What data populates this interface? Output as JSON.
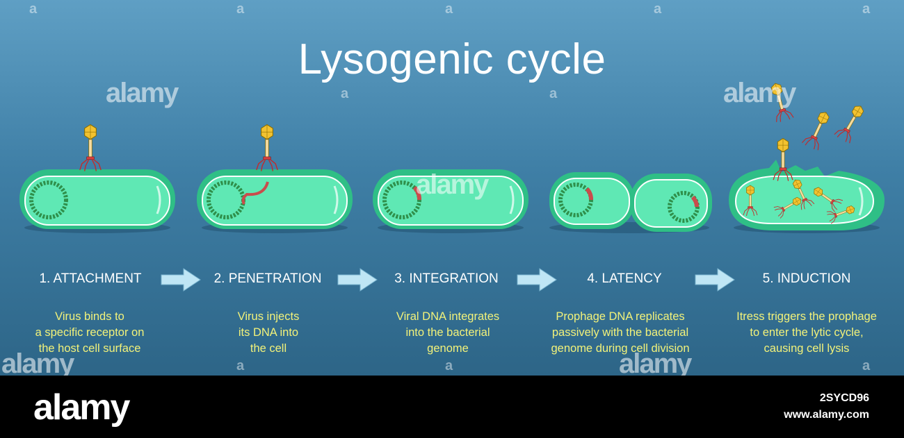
{
  "title": "Lysogenic cycle",
  "colors": {
    "background_top": "#5f9fc4",
    "background_bottom": "#2d6587",
    "cell_fill": "#5fe8b4",
    "cell_border": "#2fbf86",
    "dna_green": "#2f8f4a",
    "viral_dna": "#c94c4c",
    "phage_head": "#f2c230",
    "phage_tail_fibers": "#c62828",
    "label_text": "#ffffff",
    "description_text": "#f2f27a"
  },
  "steps": [
    {
      "label": "1. ATTACHMENT",
      "description": "Virus binds to\na specific receptor on\nthe host cell surface"
    },
    {
      "label": "2. PENETRATION",
      "description": "Virus injects\nits DNA into\nthe cell"
    },
    {
      "label": "3. INTEGRATION",
      "description": "Viral DNA integrates\ninto the bacterial\ngenome"
    },
    {
      "label": "4. LATENCY",
      "description": "Prophage DNA replicates\npassively with the bacterial\ngenome during cell division"
    },
    {
      "label": "5. INDUCTION",
      "description": "Itress triggers the prophage\nto enter the lytic cycle,\ncausing cell lysis"
    }
  ],
  "watermark": {
    "text": "alamy",
    "letter": "a"
  },
  "footer": {
    "brand": "alamy",
    "image_id": "2SYCD96",
    "site": "www.alamy.com"
  }
}
